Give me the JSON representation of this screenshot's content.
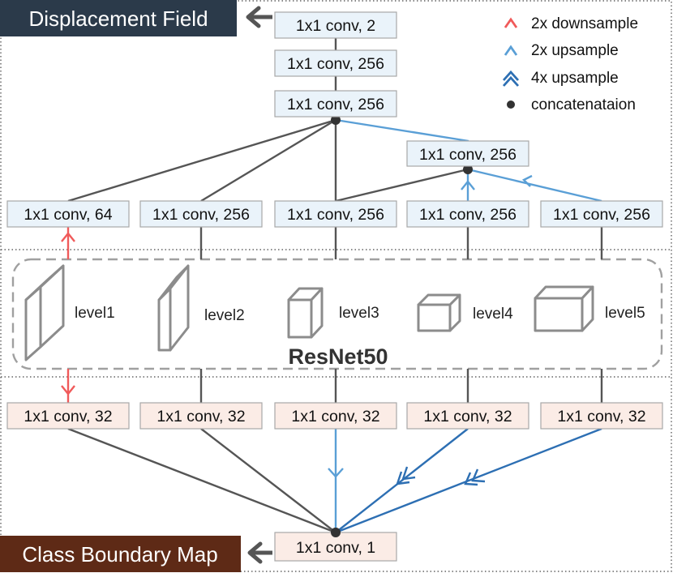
{
  "title_top": "Displacement Field",
  "title_bottom": "Class Boundary Map",
  "legend": [
    {
      "label": "2x downsample",
      "icon": "red-chevron-icon",
      "color": "#f05a5a"
    },
    {
      "label": "2x upsample",
      "icon": "light-blue-chevron-icon",
      "color": "#5a9fd6"
    },
    {
      "label": "4x upsample",
      "icon": "double-blue-chevron-icon",
      "color": "#2d6fb3"
    },
    {
      "label": "concatenataion",
      "icon": "dot-icon",
      "color": "#333333"
    }
  ],
  "top_stack": [
    "1x1 conv, 2",
    "1x1 conv, 256",
    "1x1 conv, 256"
  ],
  "mid_conv": "1x1 conv, 256",
  "upper_row": [
    "1x1 conv, 64",
    "1x1 conv, 256",
    "1x1 conv, 256",
    "1x1 conv, 256",
    "1x1 conv, 256"
  ],
  "backbone": {
    "name": "ResNet50",
    "levels": [
      "level1",
      "level2",
      "level3",
      "level4",
      "level5"
    ]
  },
  "lower_row": [
    "1x1 conv, 32",
    "1x1 conv, 32",
    "1x1 conv, 32",
    "1x1 conv, 32",
    "1x1 conv, 32"
  ],
  "bottom_conv": "1x1 conv, 1",
  "colors": {
    "top_title_bg": "#2b3a4a",
    "bottom_title_bg": "#5e2a16",
    "blue_box": "#eaf3fa",
    "pink_box": "#fbece6",
    "downsample": "#f05a5a",
    "upsample_2x": "#5a9fd6",
    "upsample_4x": "#2d6fb3"
  }
}
